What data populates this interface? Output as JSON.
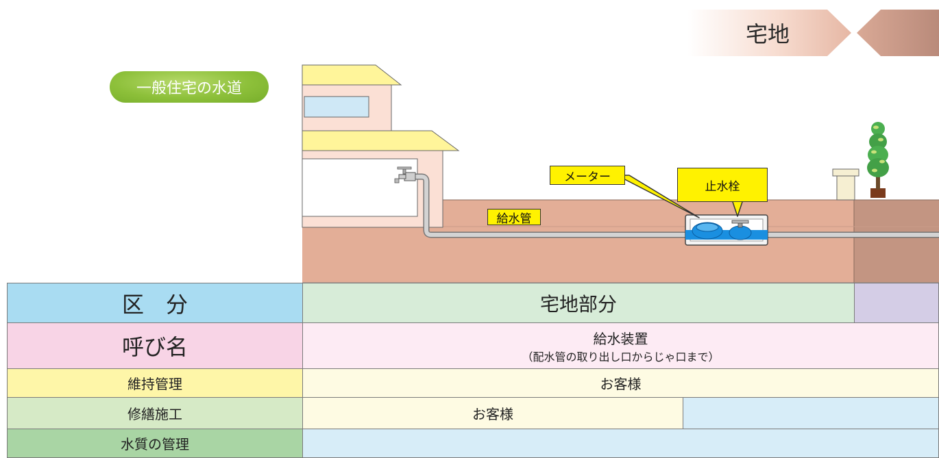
{
  "banner": {
    "label": "宅地"
  },
  "pill": {
    "label": "一般住宅の水道"
  },
  "callouts": {
    "meter": "メーター",
    "stop_valve": "止水栓",
    "supply_pipe": "給水管"
  },
  "table": {
    "rows": [
      {
        "header": "区　分",
        "main": "宅地部分",
        "sub": ""
      },
      {
        "header": "呼び名",
        "main": "給水装置",
        "sub": "（配水管の取り出し口からじゃ口まで）"
      },
      {
        "header": "維持管理",
        "main": "お客様"
      },
      {
        "header": "修繕施工",
        "main": "お客様"
      },
      {
        "header": "水質の管理",
        "main": ""
      }
    ]
  },
  "colors": {
    "soil": "#e3ae97",
    "soil_dark": "#c39582",
    "roof": "#fff59a",
    "wall": "#fbe0d5",
    "window": "#cfe8f6",
    "pipe": "#c9c9c9",
    "meter": "#1a8fe0",
    "callout": "#fff200",
    "row1_header": "#a9dcf2",
    "row1_main": "#d7ecd8",
    "row1_right": "#d4cde6",
    "row2_header": "#f8d4e6",
    "row2_main": "#fdebf4",
    "row3_header": "#fef6a8",
    "row3_main": "#fefbe3",
    "row4_header": "#d6eac6",
    "row4_left": "#fefbe3",
    "row4_right": "#d7edf8",
    "row5_header": "#a9d5a4",
    "row5_main": "#d7edf8"
  },
  "icons": [
    "faucet-icon",
    "water-meter-icon",
    "stop-valve-icon",
    "tree-icon",
    "chimney-icon"
  ]
}
